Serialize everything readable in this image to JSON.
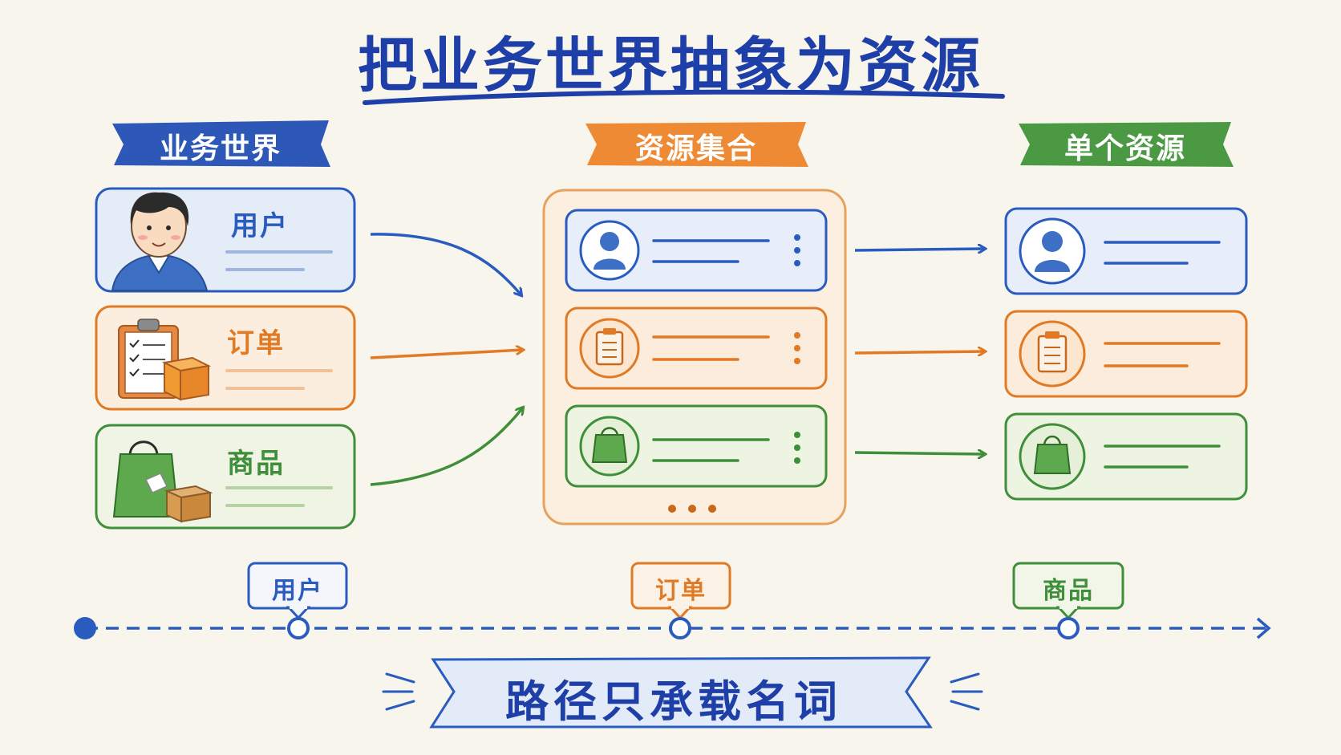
{
  "title": "把业务世界抽象为资源",
  "sections": {
    "world": "业务世界",
    "collection": "资源集合",
    "single": "单个资源"
  },
  "world_items": [
    {
      "label": "用户",
      "icon": "person-avatar-icon",
      "color": "#2a5bbf"
    },
    {
      "label": "订单",
      "icon": "clipboard-box-icon",
      "color": "#e07a25"
    },
    {
      "label": "商品",
      "icon": "shopping-bag-box-icon",
      "color": "#3f8f3a"
    }
  ],
  "path_tags": [
    "用户",
    "订单",
    "商品"
  ],
  "footer": "路径只承载名词",
  "colors": {
    "blue": "#2a5bbf",
    "orange": "#e07a25",
    "green": "#3f8f3a",
    "background": "#f8f5ec"
  }
}
